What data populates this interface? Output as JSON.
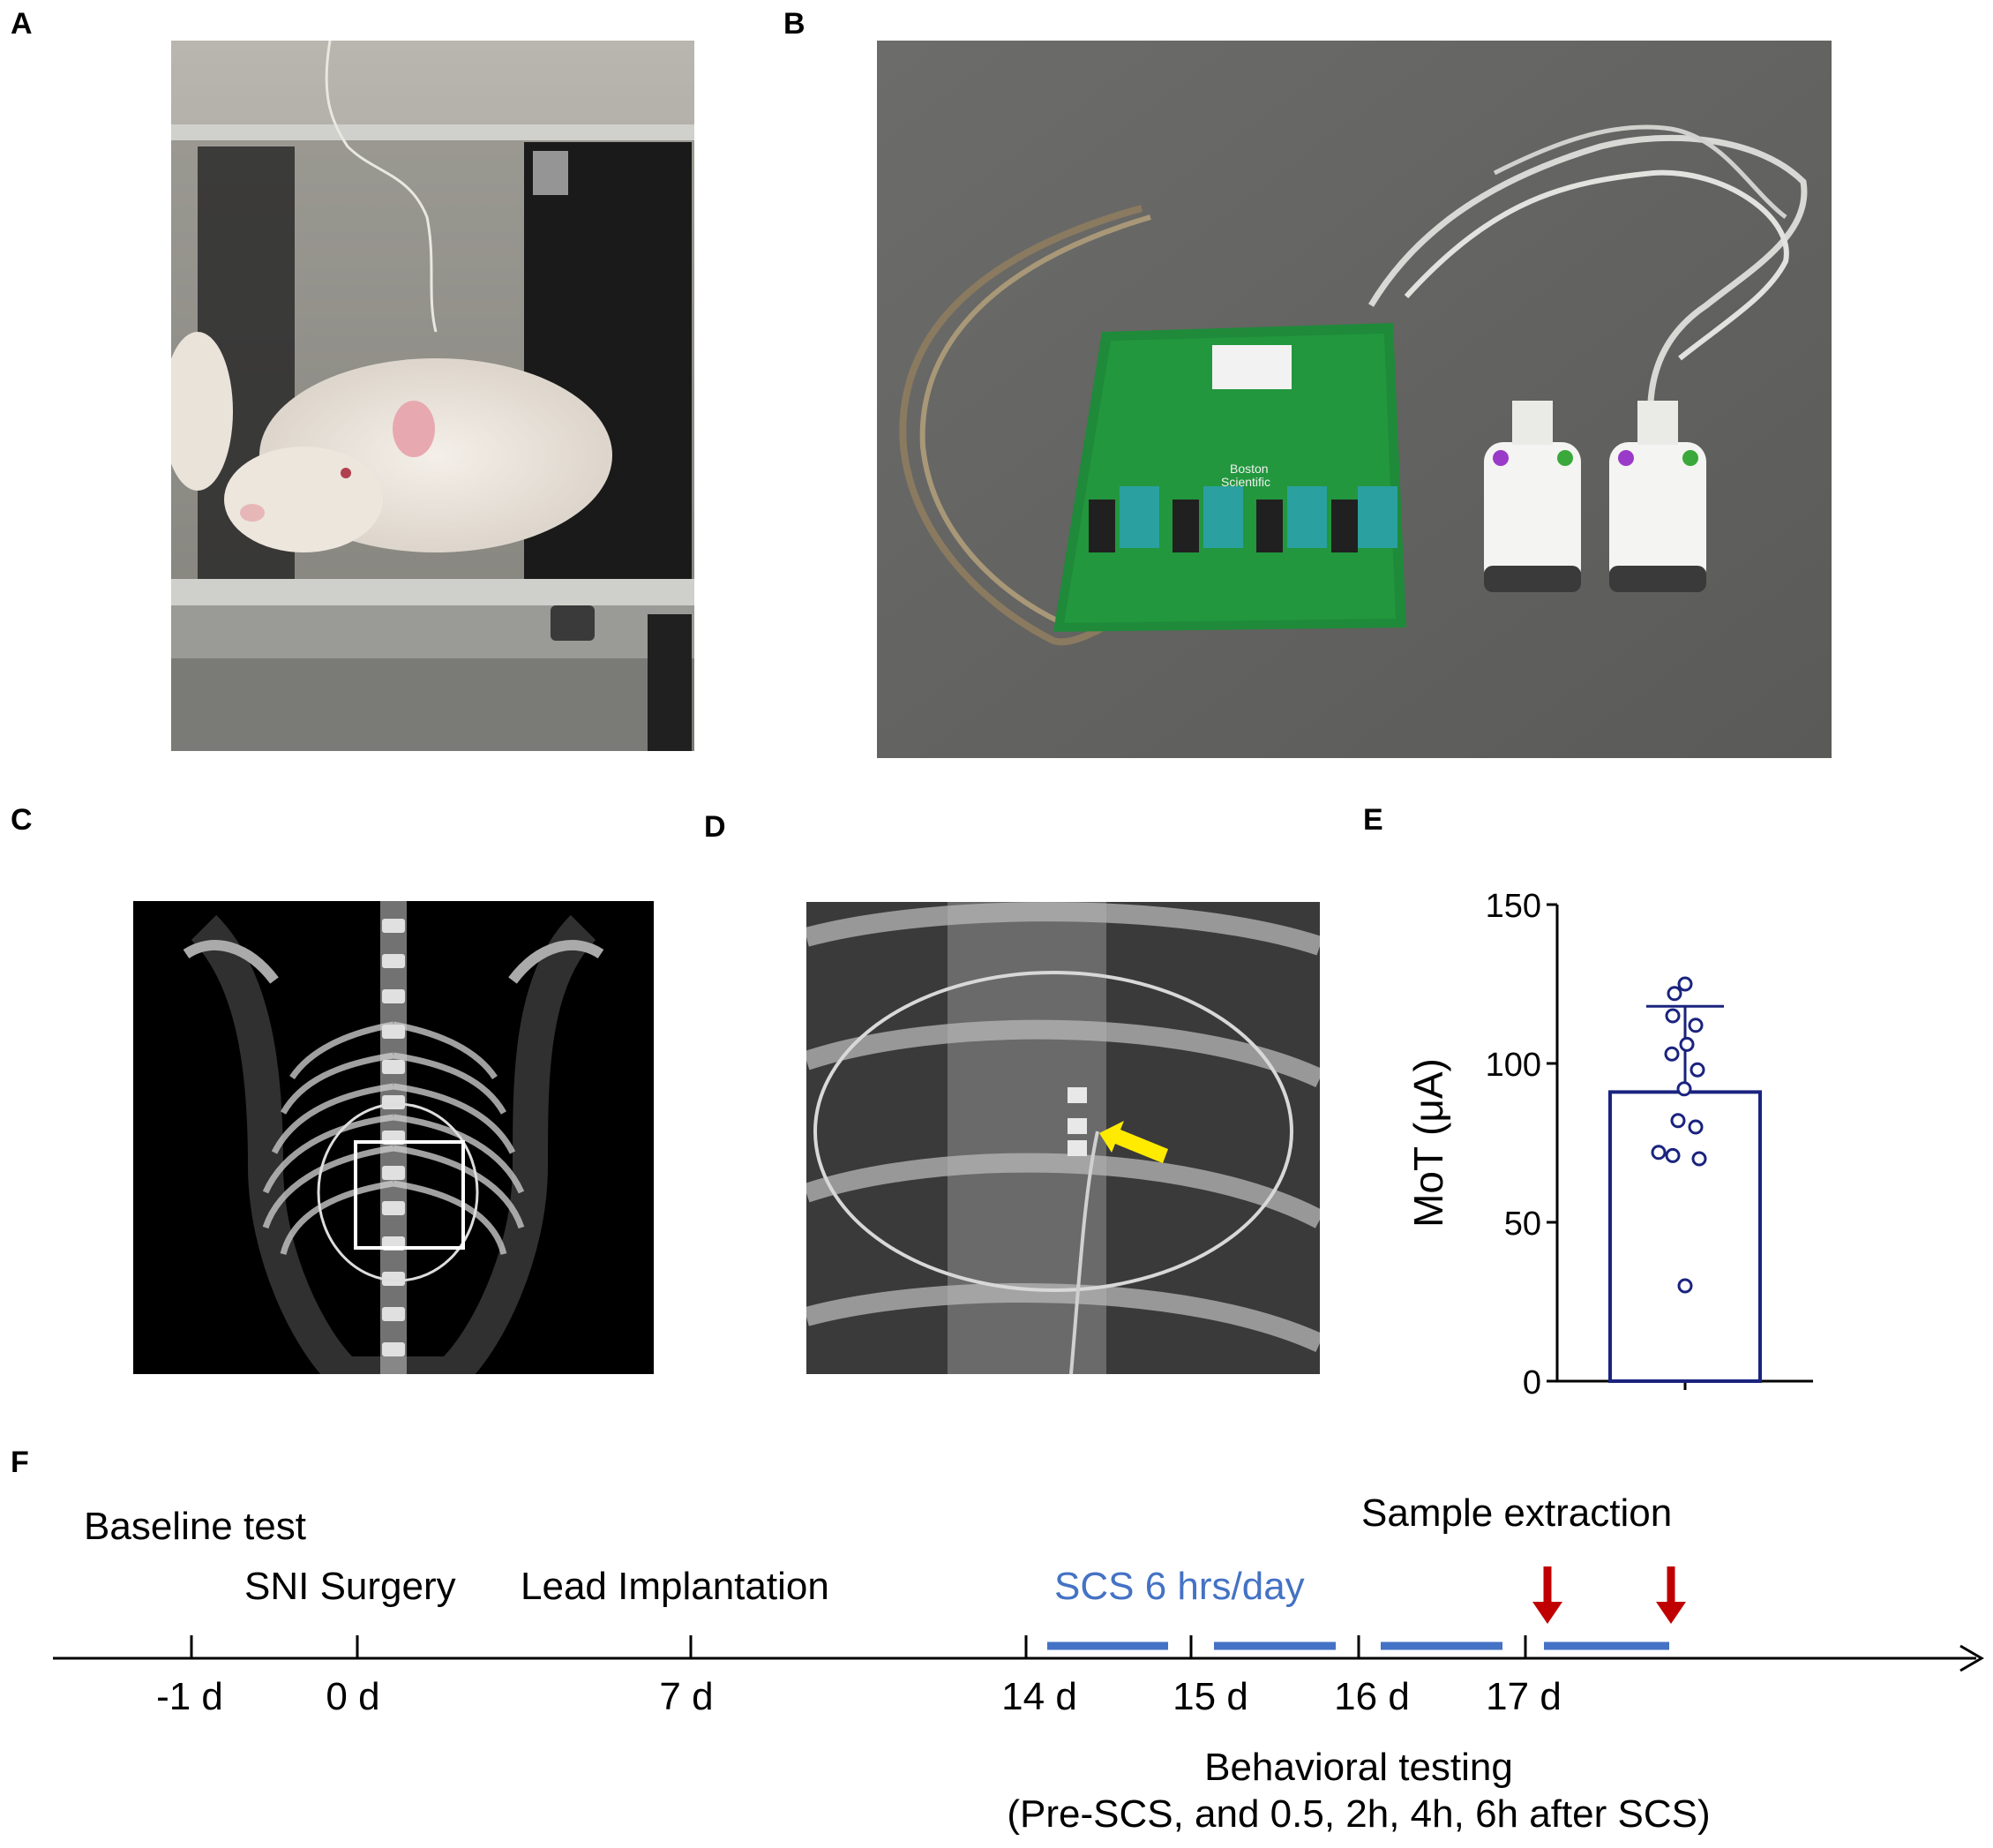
{
  "panels": {
    "A": {
      "label": "A"
    },
    "B": {
      "label": "B"
    },
    "C": {
      "label": "C"
    },
    "D": {
      "label": "D"
    },
    "E": {
      "label": "E"
    },
    "F": {
      "label": "F"
    }
  },
  "board_text": {
    "brand_line1": "Boston",
    "brand_line2": "Scientific"
  },
  "chart_data": {
    "type": "bar",
    "categories": [
      ""
    ],
    "values": [
      91
    ],
    "error_sd": 27,
    "points": [
      125,
      122,
      115,
      112,
      106,
      103,
      98,
      92,
      82,
      80,
      72,
      71,
      70,
      30
    ],
    "xlabel": "",
    "ylabel": "MoT (μA)",
    "ylim": [
      0,
      150
    ],
    "yticks": [
      "0",
      "50",
      "100",
      "150"
    ],
    "colors": {
      "bar": "#1a237e",
      "points": "#1a237e"
    }
  },
  "timeline": {
    "events_top": [
      {
        "text": "Baseline test"
      },
      {
        "text": "SNI Surgery"
      },
      {
        "text": "Lead Implantation"
      },
      {
        "text": "SCS 6 hrs/day"
      },
      {
        "text": "Sample extraction"
      }
    ],
    "ticks": [
      "-1 d",
      "0 d",
      "7 d",
      "14 d",
      "15 d",
      "16 d",
      "17 d"
    ],
    "bottom_line1": "Behavioral testing",
    "bottom_line2": "(Pre-SCS, and 0.5, 2h, 4h, 6h after SCS)",
    "colors": {
      "scs": "#4472c4",
      "arrow": "#c00000"
    }
  }
}
